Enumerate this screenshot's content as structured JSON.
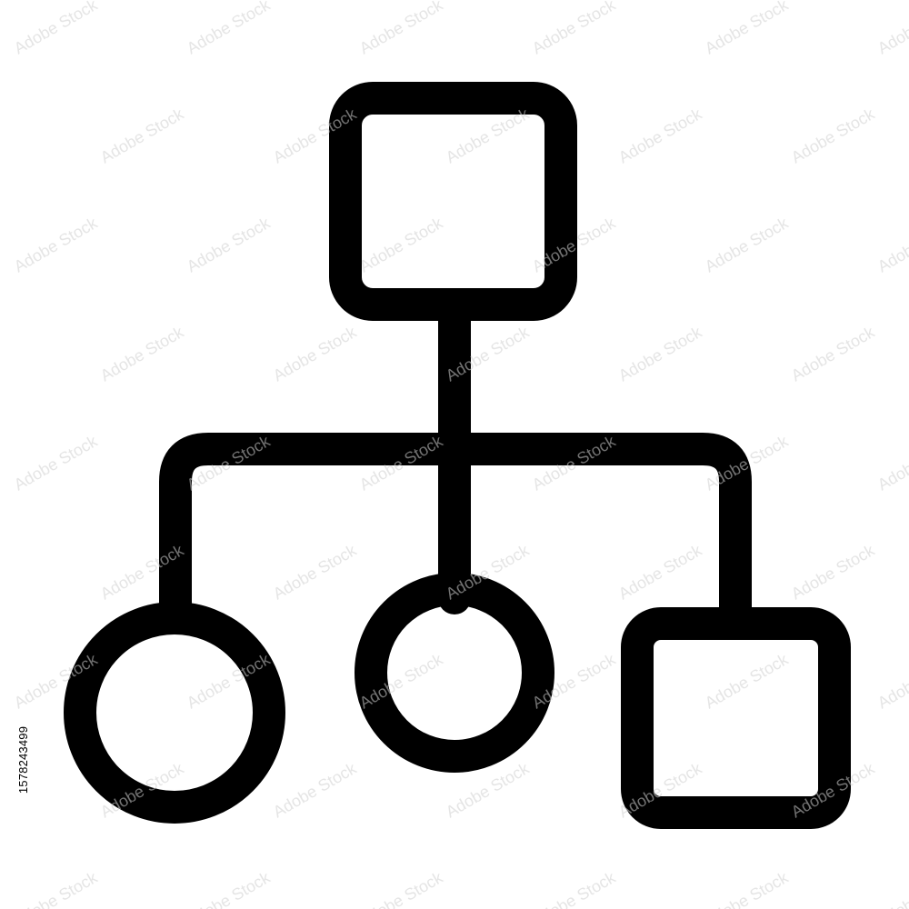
{
  "colors": {
    "stroke": "#000000",
    "background": "#ffffff",
    "watermark": "#cfcfcf"
  },
  "icon": {
    "name": "hierarchy-icon",
    "nodes": [
      {
        "id": "root",
        "shape": "rounded-square"
      },
      {
        "id": "child-left",
        "shape": "circle"
      },
      {
        "id": "child-middle",
        "shape": "circle"
      },
      {
        "id": "child-right",
        "shape": "rounded-square"
      }
    ]
  },
  "stock_id": "1578243499",
  "watermark": "Adobe Stock"
}
